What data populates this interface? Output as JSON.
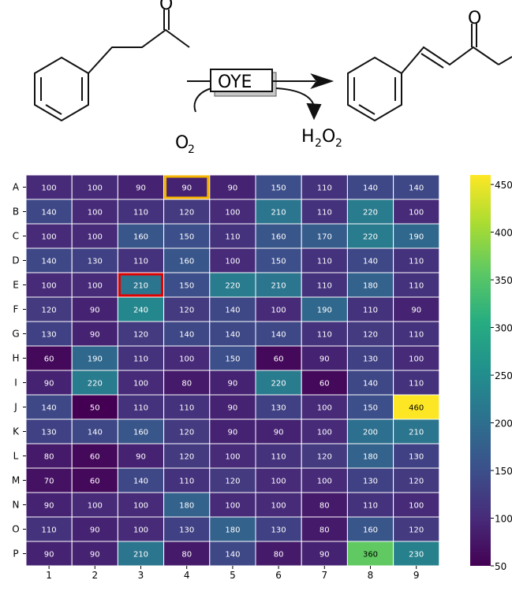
{
  "reaction": {
    "enzyme_label": "OYE",
    "oxygen_main": "O",
    "oxygen_sub": "2",
    "peroxide_h": "H",
    "peroxide_h_sub": "2",
    "peroxide_o": "O",
    "peroxide_o_sub": "2",
    "carbonyl_left": "O",
    "carbonyl_right": "O"
  },
  "chart_data": {
    "type": "heatmap",
    "rows": [
      "A",
      "B",
      "C",
      "D",
      "E",
      "F",
      "G",
      "H",
      "I",
      "J",
      "K",
      "L",
      "M",
      "N",
      "O",
      "P"
    ],
    "columns": [
      "1",
      "2",
      "3",
      "4",
      "5",
      "6",
      "7",
      "8",
      "9"
    ],
    "values": [
      [
        100,
        100,
        90,
        90,
        90,
        150,
        110,
        140,
        140
      ],
      [
        140,
        100,
        110,
        120,
        100,
        210,
        110,
        220,
        100
      ],
      [
        100,
        100,
        160,
        150,
        110,
        160,
        170,
        220,
        190
      ],
      [
        140,
        130,
        110,
        160,
        100,
        150,
        110,
        140,
        110
      ],
      [
        100,
        100,
        210,
        150,
        220,
        210,
        110,
        180,
        110
      ],
      [
        120,
        90,
        240,
        120,
        140,
        100,
        190,
        110,
        90
      ],
      [
        130,
        90,
        120,
        140,
        140,
        140,
        110,
        120,
        110
      ],
      [
        60,
        190,
        110,
        100,
        150,
        60,
        90,
        130,
        100
      ],
      [
        90,
        220,
        100,
        80,
        90,
        220,
        60,
        140,
        110
      ],
      [
        140,
        50,
        110,
        110,
        90,
        130,
        100,
        150,
        460
      ],
      [
        130,
        140,
        160,
        120,
        90,
        90,
        100,
        200,
        210
      ],
      [
        80,
        60,
        90,
        120,
        100,
        110,
        120,
        180,
        130
      ],
      [
        70,
        60,
        140,
        110,
        120,
        100,
        100,
        130,
        120
      ],
      [
        90,
        100,
        100,
        180,
        100,
        100,
        80,
        110,
        100
      ],
      [
        110,
        90,
        100,
        130,
        180,
        130,
        80,
        160,
        120
      ],
      [
        90,
        90,
        210,
        80,
        140,
        80,
        90,
        360,
        230
      ]
    ],
    "colorscale": "viridis",
    "vmin": 50,
    "vmax": 460,
    "colorbar_ticks": [
      50,
      100,
      150,
      200,
      250,
      300,
      350,
      400,
      450
    ],
    "highlights": [
      {
        "row": "A",
        "column": "4",
        "color": "#f5b400"
      },
      {
        "row": "E",
        "column": "3",
        "color": "#e00000"
      }
    ]
  }
}
